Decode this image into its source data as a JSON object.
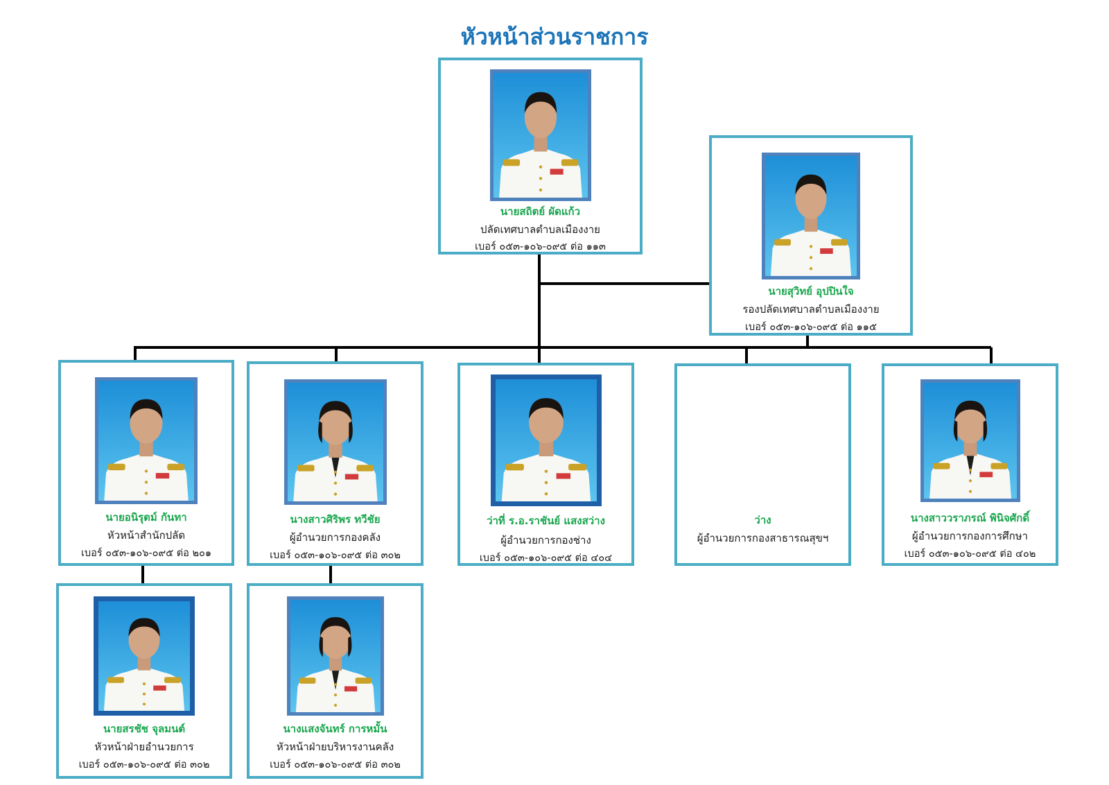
{
  "chart": {
    "title": "หัวหน้าส่วนราชการ",
    "people": [
      {
        "name": "นายสถิตย์ ผัดแก้ว",
        "role": "ปลัดเทศบาลตำบลเมืองงาย",
        "phone": "เบอร์ ๐๕๓-๑๐๖-๐๙๕ ต่อ ๑๑๓",
        "photo": "portrait-male"
      },
      {
        "name": "นายสุวิทย์  อุปปินใจ",
        "role": "รองปลัดเทศบาลตำบลเมืองงาย",
        "phone": "เบอร์ ๐๕๓-๑๐๖-๐๙๕ ต่อ ๑๑๕",
        "photo": "portrait-male"
      },
      {
        "name": "นายอนิรุตม์  กันทา",
        "role": "หัวหน้าสำนักปลัด",
        "phone": "เบอร์ ๐๕๓-๑๐๖-๐๙๕ ต่อ ๒๐๑",
        "photo": "portrait-male"
      },
      {
        "name": "นางสาวศิริพร  ทวีชัย",
        "role": "ผู้อำนวยการกองคลัง",
        "phone": "เบอร์ ๐๕๓-๑๐๖-๐๙๕ ต่อ ๓๐๒",
        "photo": "portrait-female"
      },
      {
        "name": "ว่าที่ ร.อ.ราชันย์ แสงสว่าง",
        "role": "ผู้อำนวยการกองช่าง",
        "phone": "เบอร์ ๐๕๓-๑๐๖-๐๙๕ ต่อ ๔๐๔",
        "photo": "portrait-male"
      },
      {
        "name": "ว่าง",
        "role": "ผู้อำนวยการกองสาธารณสุขฯ",
        "phone": "",
        "photo": ""
      },
      {
        "name": "นางสาววราภรณ์  พินิจศักดิ์",
        "role": "ผู้อำนวยการกองการศึกษา",
        "phone": "เบอร์ ๐๕๓-๑๐๖-๐๙๕ ต่อ ๔๐๒",
        "photo": "portrait-female"
      },
      {
        "name": "นายสรชัช จุลมนต์",
        "role": "หัวหน้าฝ่ายอำนวยการ",
        "phone": "เบอร์ ๐๕๓-๑๐๖-๐๙๕ ต่อ ๓๐๒",
        "photo": "portrait-male"
      },
      {
        "name": "นางแสงจันทร์ การหมั้น",
        "role": "หัวหน้าฝ่ายบริหารงานคลัง",
        "phone": "เบอร์ ๐๕๓-๑๐๖-๐๙๕ ต่อ ๓๐๒",
        "photo": "portrait-female"
      }
    ]
  }
}
